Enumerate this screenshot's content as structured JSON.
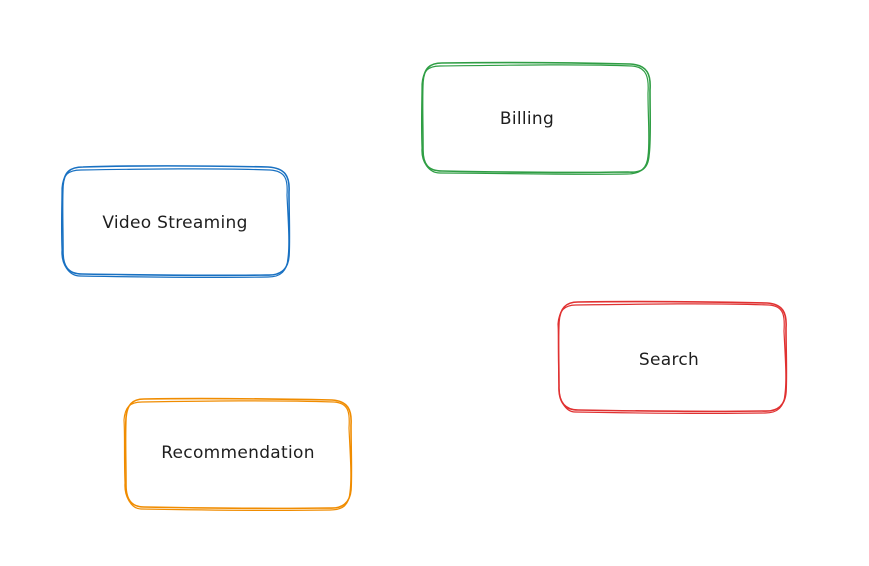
{
  "nodes": [
    {
      "id": "billing",
      "label": "Billing",
      "color": "#2f9e44"
    },
    {
      "id": "video-streaming",
      "label": "Video Streaming",
      "color": "#1971c2"
    },
    {
      "id": "search",
      "label": "Search",
      "color": "#e03131"
    },
    {
      "id": "recommendation",
      "label": "Recommendation",
      "color": "#f08c00"
    }
  ]
}
